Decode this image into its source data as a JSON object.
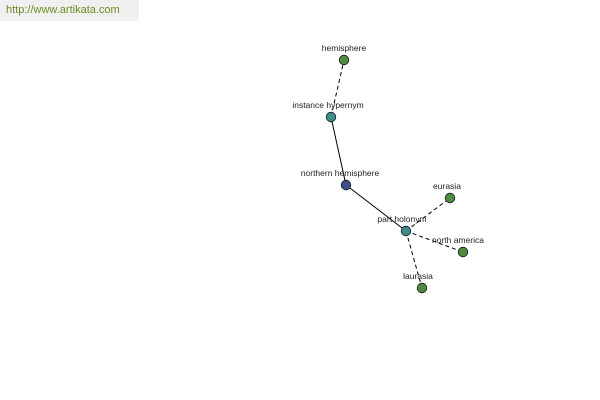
{
  "header": {
    "source_link": "http://www.artikata.com"
  },
  "colors": {
    "node_center": "#3f4e8a",
    "node_relation": "#3d8b8b",
    "node_term": "#4e8b3e"
  },
  "graph": {
    "nodes": [
      {
        "id": "hemisphere",
        "label": "hemisphere",
        "kind": "term"
      },
      {
        "id": "instance-hypernym",
        "label": "instance hypernym",
        "kind": "relation"
      },
      {
        "id": "northern-hemisphere",
        "label": "northern hemisphere",
        "kind": "center"
      },
      {
        "id": "part-holonym",
        "label": "part holonym",
        "kind": "relation"
      },
      {
        "id": "eurasia",
        "label": "eurasia",
        "kind": "term"
      },
      {
        "id": "north-america",
        "label": "north america",
        "kind": "term"
      },
      {
        "id": "laurasia",
        "label": "laurasia",
        "kind": "term"
      }
    ],
    "edges": [
      {
        "from": "instance-hypernym",
        "to": "hemisphere",
        "style": "dashed"
      },
      {
        "from": "northern-hemisphere",
        "to": "instance-hypernym",
        "style": "solid"
      },
      {
        "from": "northern-hemisphere",
        "to": "part-holonym",
        "style": "solid"
      },
      {
        "from": "part-holonym",
        "to": "eurasia",
        "style": "dashed"
      },
      {
        "from": "part-holonym",
        "to": "north-america",
        "style": "dashed"
      },
      {
        "from": "part-holonym",
        "to": "laurasia",
        "style": "dashed"
      }
    ]
  }
}
